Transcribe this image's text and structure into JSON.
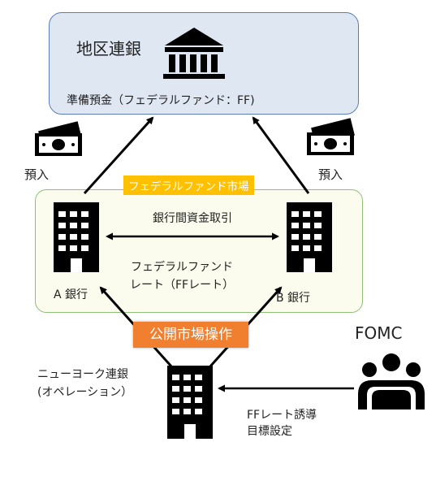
{
  "fed": {
    "title": "地区連銀",
    "reserve_label": "準備預金（フェデラルファンド：FF)"
  },
  "deposit_left": "預入",
  "deposit_right": "預入",
  "market": {
    "label": "フェデラルファンド市場",
    "interbank": "銀行間資金取引",
    "rate_line1": "フェデラルファンド",
    "rate_line2": "レート（FFレート）"
  },
  "bank_a": "A 銀行",
  "bank_b": "B 銀行",
  "omo_label": "公開市場操作",
  "ny_fed": {
    "line1": "ニューヨーク連銀",
    "line2": "(オペレーション）"
  },
  "fomc": {
    "title": "FOMC",
    "target_line1": "FFレート誘導",
    "target_line2": "目標設定"
  },
  "icons": [
    "bank-building-icon",
    "money-icon",
    "office-building-icon",
    "people-group-icon"
  ]
}
